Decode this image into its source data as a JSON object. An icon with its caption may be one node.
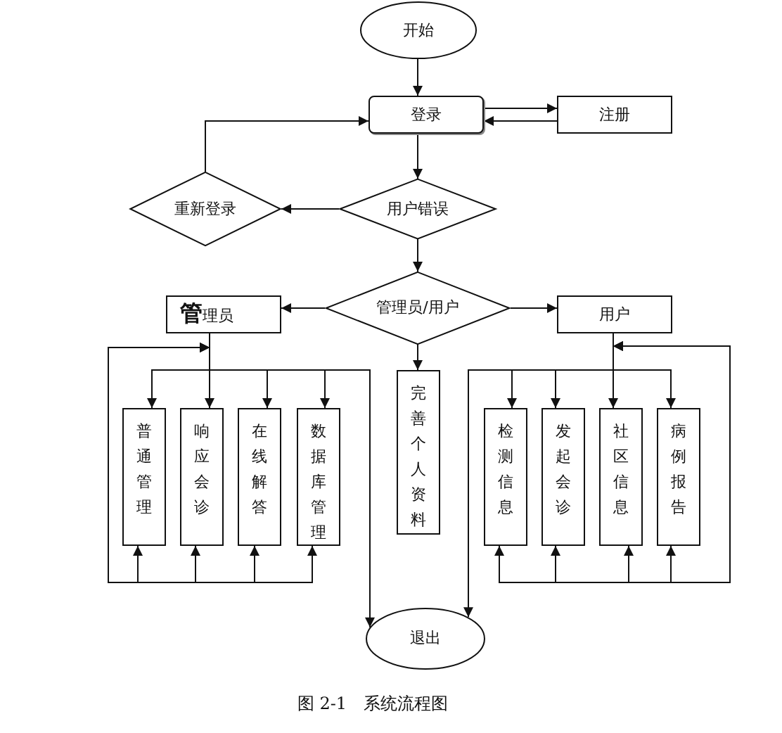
{
  "diagram": {
    "caption": "图 2-1　系统流程图",
    "nodes": [
      {
        "text": [
          "开始"
        ]
      },
      {
        "text": [
          "登录"
        ]
      },
      {
        "text": [
          "注册"
        ]
      },
      {
        "text": [
          "重新登录"
        ]
      },
      {
        "text": [
          "用户错误"
        ]
      },
      {
        "text": [
          "管理员/用户"
        ]
      },
      {
        "text": [
          "**管**理员"
        ]
      },
      {
        "text": [
          "用户"
        ]
      },
      {
        "text": [
          "完善个人资料"
        ]
      },
      {
        "text": [
          "普通管理"
        ]
      },
      {
        "text": [
          "响应会诊"
        ]
      },
      {
        "text": [
          "在线解答"
        ]
      },
      {
        "text": [
          "数据库管理"
        ]
      },
      {
        "text": [
          "检测信息"
        ]
      },
      {
        "text": [
          "发起会诊"
        ]
      },
      {
        "text": [
          "社区信息"
        ]
      },
      {
        "text": [
          "病例报告"
        ]
      },
      {
        "text": [
          "退出"
        ]
      }
    ],
    "edges": [
      {
        "from": 0,
        "to": 1,
        "arrow": "to"
      },
      {
        "from": 1,
        "to": 2,
        "arrow": "to"
      },
      {
        "from": 2,
        "to": 1,
        "arrow": "to"
      },
      {
        "from": 1,
        "to": 4,
        "arrow": "to"
      },
      {
        "from": 4,
        "to": 3,
        "arrow": "to"
      },
      {
        "from": 3,
        "to": 1,
        "arrow": "to"
      },
      {
        "from": 4,
        "to": 5,
        "arrow": "to"
      },
      {
        "from": 5,
        "to": 6,
        "arrow": "to"
      },
      {
        "from": 5,
        "to": 7,
        "arrow": "to"
      },
      {
        "from": 5,
        "to": 8,
        "arrow": "to"
      },
      {
        "from": 6,
        "to": 9,
        "arrow": "to"
      },
      {
        "from": 6,
        "to": 10,
        "arrow": "to"
      },
      {
        "from": 6,
        "to": 11,
        "arrow": "to"
      },
      {
        "from": 6,
        "to": 12,
        "arrow": "to"
      },
      {
        "from": 6,
        "to": 17,
        "arrow": "to"
      },
      {
        "from": 9,
        "to": 6,
        "arrow": "both"
      },
      {
        "from": 10,
        "to": 6,
        "arrow": "both"
      },
      {
        "from": 11,
        "to": 6,
        "arrow": "both"
      },
      {
        "from": 12,
        "to": 6,
        "arrow": "both"
      },
      {
        "from": 7,
        "to": 13,
        "arrow": "to"
      },
      {
        "from": 7,
        "to": 14,
        "arrow": "to"
      },
      {
        "from": 7,
        "to": 15,
        "arrow": "to"
      },
      {
        "from": 7,
        "to": 16,
        "arrow": "to"
      },
      {
        "from": 7,
        "to": 17,
        "arrow": "to"
      },
      {
        "from": 13,
        "to": 7,
        "arrow": "both"
      },
      {
        "from": 14,
        "to": 7,
        "arrow": "both"
      },
      {
        "from": 15,
        "to": 7,
        "arrow": "both"
      },
      {
        "from": 16,
        "to": 7,
        "arrow": "both"
      }
    ]
  }
}
